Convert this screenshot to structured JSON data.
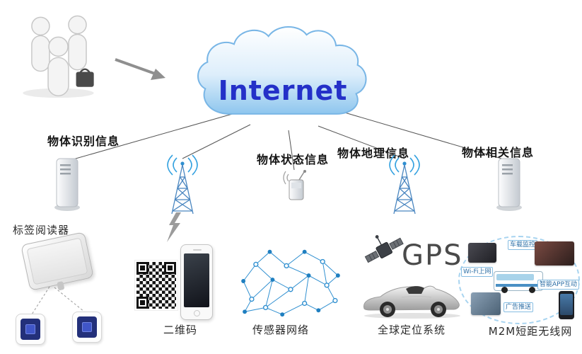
{
  "cloud": {
    "label": "Internet"
  },
  "branches": {
    "identification": "物体识别信息",
    "status": "物体状态信息",
    "geographic": "物体地理信息",
    "related": "物体相关信息"
  },
  "captions": {
    "tag_reader": "标签阅读器",
    "qr": "二维码",
    "sensor_network": "传感器网络",
    "gps_system": "全球定位系统",
    "m2m": "M2M短距无线网"
  },
  "gps": {
    "text": "GPS"
  },
  "m2m": {
    "items": [
      "车载监控",
      "Wi-Fi上网",
      "广告推送",
      "智能APP互动"
    ]
  },
  "colors": {
    "cloud_text": "#2430c8",
    "network_blue": "#2f8fd0",
    "line": "#555555"
  }
}
